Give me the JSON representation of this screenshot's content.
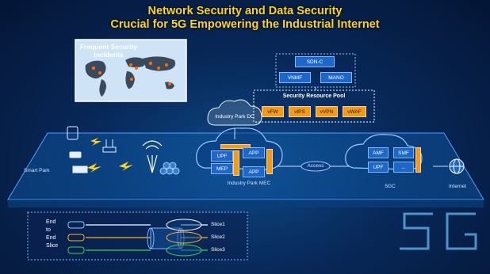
{
  "title": {
    "line1": "Network Security and Data Security",
    "line2": "Crucial for 5G Empowering the Industrial Internet"
  },
  "incidents_panel": {
    "title": "Frequent Security Incidents"
  },
  "sdn": {
    "controller": "SDN-C",
    "vnmf": "VNMF",
    "mano": "MANO"
  },
  "security_pool": {
    "title": "Security Resource Pool",
    "items": [
      "vFW",
      "vIPS",
      "vVPN",
      "vWAF"
    ]
  },
  "labels": {
    "industry_park_dc": "Industry Park DC",
    "smart_park": "Smart Park",
    "industry_park_mec": "Industry Park MEC",
    "access": "Access",
    "fivegc": "5GC",
    "internet": "Internet",
    "big_5g": "5G"
  },
  "mec": {
    "upf": "UPF",
    "app1": "APP",
    "mep": "MEP",
    "app2": "APP"
  },
  "core": {
    "amf": "AMF",
    "smf": "SMF",
    "upf": "UPF",
    "more": "..."
  },
  "slicing": {
    "end_to_end": [
      "End",
      "to",
      "End",
      "Slice"
    ],
    "slices": [
      "Slice1",
      "Slice2",
      "Slice3"
    ]
  },
  "colors": {
    "title": "#ffd21f",
    "function_box": "#1d67c9",
    "security_box": "#f39a17",
    "slice1": "#ffffff",
    "slice2": "#ffb020",
    "slice3": "#39d353"
  }
}
